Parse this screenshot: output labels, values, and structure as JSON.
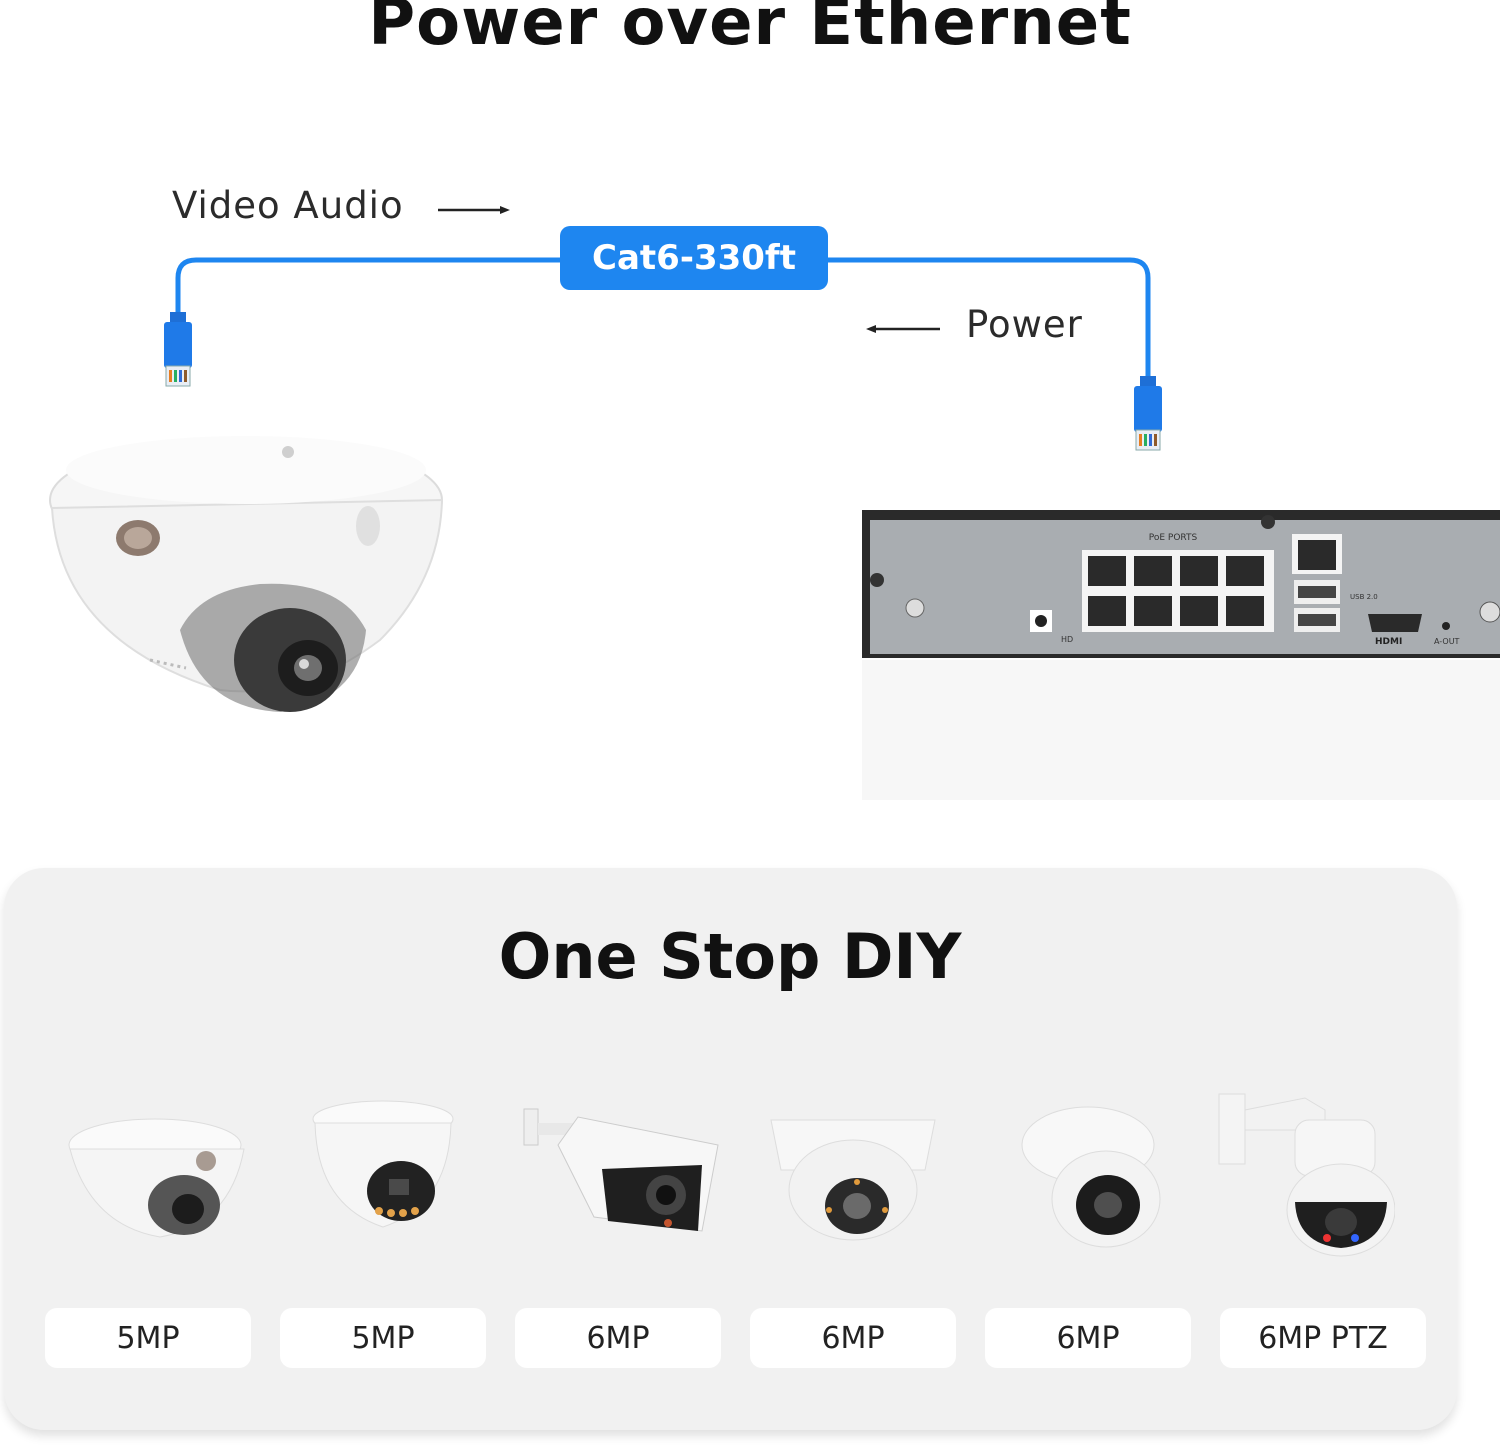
{
  "title": "Power over Ethernet",
  "labels": {
    "video_audio": "Video Audio",
    "cable": "Cat6-330ft",
    "power": "Power"
  },
  "nvr": {
    "poe_ports_label": "PoE PORTS",
    "usb_label": "USB 2.0",
    "hdmi_label": "HDMI",
    "aout_label": "A-OUT",
    "hd_label": "HD"
  },
  "section_title": "One Stop DIY",
  "cameras": [
    {
      "label": "5MP",
      "icon": "mini-dome-camera-icon"
    },
    {
      "label": "5MP",
      "icon": "turret-camera-icon"
    },
    {
      "label": "6MP",
      "icon": "bullet-camera-icon"
    },
    {
      "label": "6MP",
      "icon": "dome-camera-icon"
    },
    {
      "label": "6MP",
      "icon": "turret-camera-icon"
    },
    {
      "label": "6MP PTZ",
      "icon": "ptz-camera-icon"
    }
  ],
  "colors": {
    "cable_blue": "#1e86f0",
    "panel_bg": "#f1f1f1",
    "nvr_gray": "#a9adb1"
  }
}
